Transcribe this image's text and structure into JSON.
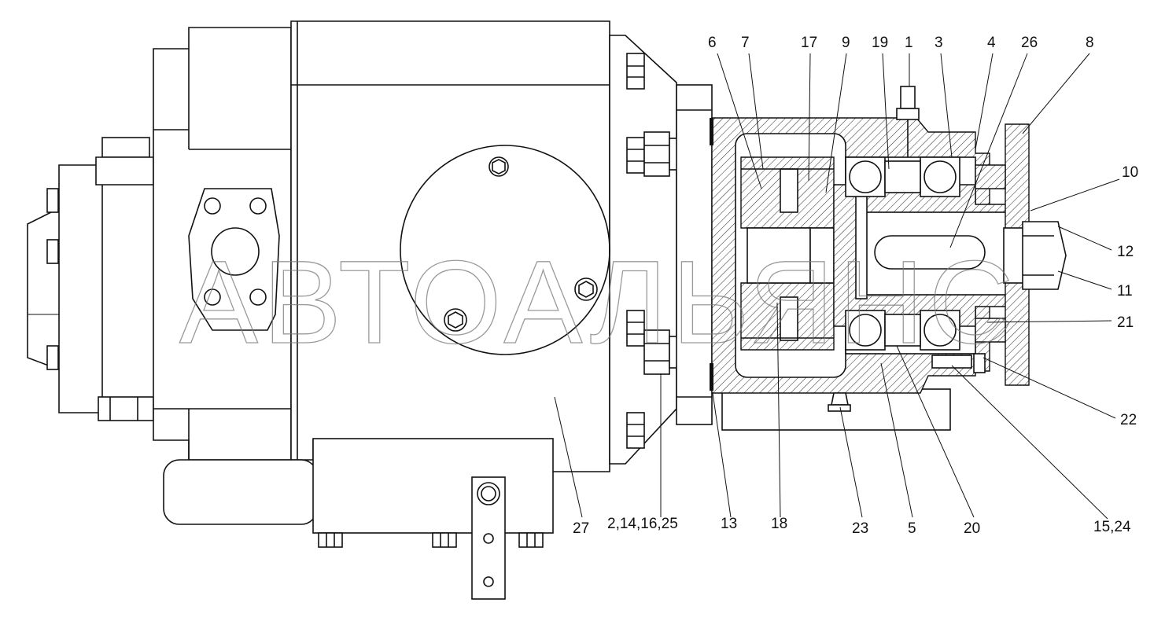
{
  "watermark": "АВТОАЛЬЯНС",
  "callouts": [
    {
      "id": "c6",
      "text": "6"
    },
    {
      "id": "c7",
      "text": "7"
    },
    {
      "id": "c17",
      "text": "17"
    },
    {
      "id": "c9",
      "text": "9"
    },
    {
      "id": "c19",
      "text": "19"
    },
    {
      "id": "c1",
      "text": "1"
    },
    {
      "id": "c3",
      "text": "3"
    },
    {
      "id": "c4",
      "text": "4"
    },
    {
      "id": "c26",
      "text": "26"
    },
    {
      "id": "c8",
      "text": "8"
    },
    {
      "id": "c10",
      "text": "10"
    },
    {
      "id": "c12",
      "text": "12"
    },
    {
      "id": "c11",
      "text": "11"
    },
    {
      "id": "c21",
      "text": "21"
    },
    {
      "id": "c22",
      "text": "22"
    },
    {
      "id": "c15_24",
      "text": "15,24"
    },
    {
      "id": "c20",
      "text": "20"
    },
    {
      "id": "c5",
      "text": "5"
    },
    {
      "id": "c23",
      "text": "23"
    },
    {
      "id": "c18",
      "text": "18"
    },
    {
      "id": "c13",
      "text": "13"
    },
    {
      "id": "c2_14_16_25",
      "text": "2,14,16,25"
    },
    {
      "id": "c27",
      "text": "27"
    }
  ]
}
